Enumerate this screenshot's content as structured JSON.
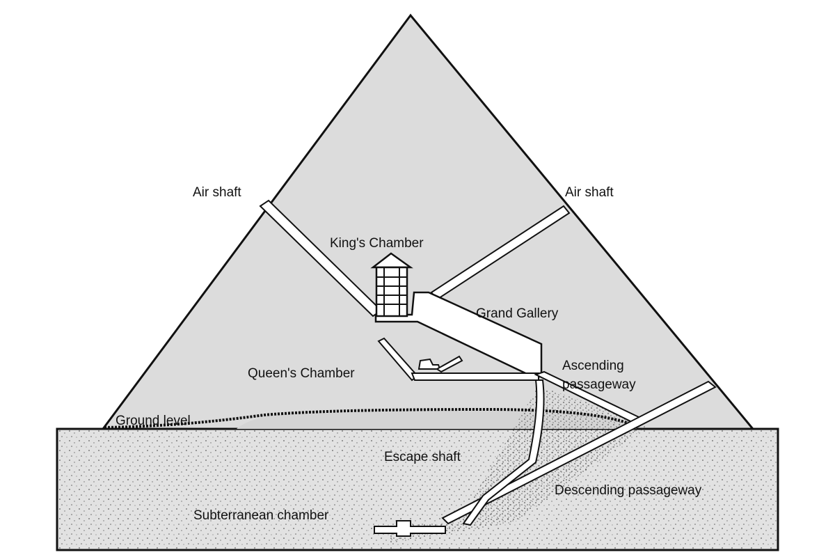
{
  "labels": {
    "air_shaft_left": "Air shaft",
    "air_shaft_right": "Air  shaft",
    "kings_chamber": "King's Chamber",
    "grand_gallery": "Grand Gallery",
    "queens_chamber": "Queen's Chamber",
    "ascending_line1": "Ascending",
    "ascending_line2": "passageway",
    "ground_level": "Ground level",
    "escape_shaft": "Escape shaft",
    "descending_passageway": "Descending passageway",
    "subterranean_chamber": "Subterranean chamber"
  },
  "colors": {
    "pyramid_fill": "#dcdcdc",
    "ground_fill": "#e2e2e2",
    "passage_fill": "#ffffff",
    "outline": "#111111"
  }
}
